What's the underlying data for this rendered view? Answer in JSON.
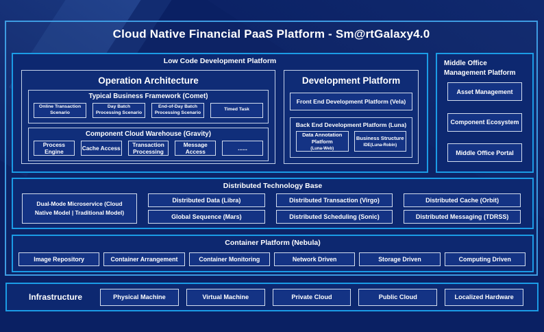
{
  "colors": {
    "background": "#0A2063",
    "frame_border": "#3E9CE2",
    "section_border": "#1B9CE6",
    "light_border": "#C5D3EA",
    "box_fill": "#143384",
    "text": "#FFFFFF"
  },
  "header": {
    "title": "Cloud Native Financial PaaS Platform - Sm@rtGalaxy4.0"
  },
  "low_code": {
    "label": "Low Code Development Platform",
    "operation_architecture": {
      "title": "Operation Architecture",
      "typical_business_framework": {
        "label": "Typical Business Framework (Comet)",
        "items": [
          "Online Transaction Scenario",
          "Day Batch Processing Scenario",
          "End-of-Day Batch Processing Scenario",
          "Timed Task"
        ]
      },
      "component_cloud_warehouse": {
        "label": "Component Cloud Warehouse (Gravity)",
        "items": [
          "Process Engine",
          "Cache Access",
          "Transaction Processing",
          "Message Access",
          "......"
        ]
      }
    },
    "development_platform": {
      "title": "Development Platform",
      "front_end": {
        "label": "Front End Development Platform (Vela)"
      },
      "back_end": {
        "label": "Back End Development Platform (Luna)",
        "items": [
          {
            "title": "Data Annotation Platform",
            "subtitle": "(Luna-Web)"
          },
          {
            "title": "Business Structure",
            "subtitle": "IDE(Luna-Robin)"
          }
        ]
      }
    }
  },
  "middle_office": {
    "label": "Middle Office Management Platform",
    "items": [
      "Asset Management",
      "Component Ecosystem",
      "Middle Office Portal"
    ]
  },
  "distributed_technology_base": {
    "label": "Distributed Technology Base",
    "dual_mode": "Dual-Mode Microservice (Cloud Native Model | Traditional Model)",
    "grid": [
      [
        "Distributed Data (Libra)",
        "Global Sequence (Mars)"
      ],
      [
        "Distributed Transaction (Virgo)",
        "Distributed Scheduling (Sonic)"
      ],
      [
        "Distributed Cache (Orbit)",
        "Distributed Messaging (TDRSS)"
      ]
    ]
  },
  "container_platform": {
    "label": "Container Platform (Nebula)",
    "items": [
      "Image Repository",
      "Container Arrangement",
      "Container Monitoring",
      "Network Driven",
      "Storage Driven",
      "Computing Driven"
    ]
  },
  "infrastructure": {
    "label": "Infrastructure",
    "items": [
      "Physical Machine",
      "Virtual Machine",
      "Private Cloud",
      "Public Cloud",
      "Localized Hardware"
    ]
  }
}
